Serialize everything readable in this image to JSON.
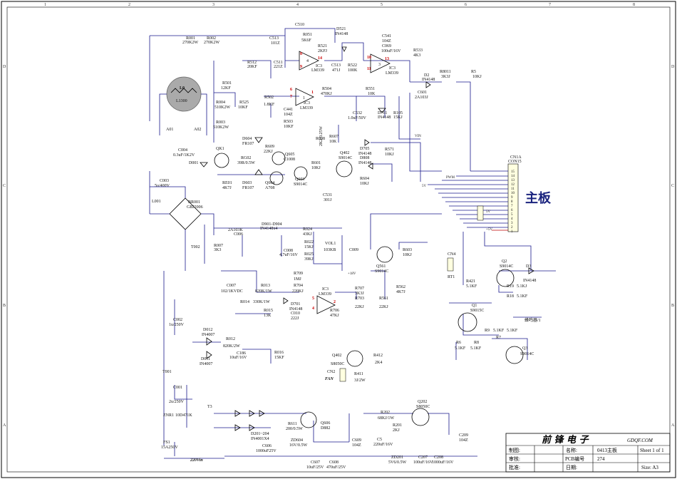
{
  "grid": {
    "cols": [
      "1",
      "2",
      "3",
      "4",
      "5",
      "6",
      "7",
      "8"
    ],
    "rows": [
      "D",
      "C",
      "B",
      "A"
    ]
  },
  "main_label": "主板",
  "fan_label": "FAN",
  "mains_label": "220Vin",
  "components": {
    "R001": "R001",
    "R001v": "270K2W",
    "R002": "R002",
    "R002v": "270K2W",
    "C513": "C513",
    "C513v": "101Z",
    "R051": "R051",
    "R051v": "5K6F",
    "C510": "C510",
    "D521": "D521",
    "D521v": "IN4148",
    "C541": "C541",
    "C541v": "104Z",
    "C069": "C069",
    "C069v": "100uF/16V",
    "R533": "R533",
    "R533v": "4K3",
    "R521": "R521",
    "R521v": "2KFJ",
    "R512": "R512",
    "R512v": "20KF",
    "C511": "C511",
    "C511v": "221Z",
    "IC3a": "IC3",
    "IC3av": "LM339",
    "C513b": "C513",
    "C513bv": "471J",
    "R522": "R522",
    "R522v": "100K",
    "IC3b": "IC3",
    "IC3bv": "LM339",
    "D2": "D2",
    "D2v": "IN4148",
    "R8011": "R8011",
    "R8011v": "3K3J",
    "R5": "R5",
    "R5v": "10KJ",
    "L0": "L0",
    "L0v": "L1300",
    "R501": "R501",
    "R501v": "12KF",
    "R504": "R504",
    "R504v": "470KJ",
    "R004": "R004",
    "R004v": "510K2W",
    "R525": "R525",
    "R525v": "10KF",
    "R502": "R502",
    "R502v": "1.8KF",
    "IC3c": "IC3",
    "IC3cv": "LM339",
    "R551": "R551",
    "R551v": "10K",
    "C601": "C601",
    "C601v": "2A103J",
    "C441": "C441",
    "C441v": "104Z",
    "C532": "C532",
    "C532v": "1.0uF/50V",
    "D761": "D761",
    "D761v": "IN4148",
    "R105": "R105",
    "R105v": "15KJ",
    "R003": "R003",
    "R003v": "510K2W",
    "R503": "R503",
    "R503v": "10KF",
    "A01": "A01",
    "A02": "A02",
    "C004": "C004",
    "C004v": "0.3uF/1K2V",
    "D604": "D604",
    "D604v": "FR107",
    "R609": "R609",
    "R609v": "22KJ",
    "R608": "R608",
    "R608v": "2K2/0.25W",
    "R607": "R607",
    "R607v": "10K",
    "D705": "D705",
    "D705v": "IN4148",
    "R571": "R571",
    "R571v": "10KJ",
    "QK1": "QK1",
    "D001": "D001",
    "RG02": "RG02",
    "RG02v": "39R/0.5W",
    "Q605": "Q605",
    "Q605v": "C1008",
    "R601": "R601",
    "R601v": "10KJ",
    "Q402": "Q402",
    "Q402v": "S9014C",
    "D808": "D808",
    "D808v": "IN4148",
    "R604": "R604",
    "R604v": "10KJ",
    "CN1A": "CN1A",
    "CN1Av": "CON15",
    "C003": "C003",
    "C003v": "5u/400V",
    "RE01": "RE01",
    "RE01v": "4K7J",
    "D603": "D603",
    "D603v": "FR107",
    "Q604": "Q604",
    "Q604v": "A708",
    "Q603": "Q603",
    "Q603v": "S9014C",
    "C531": "C531",
    "C531v": "301J",
    "L001": "L001",
    "BR001": "BR001",
    "BR001v": "GBJ2006",
    "R024": "R024",
    "R024v": "43KJ",
    "R022": "R022",
    "R022v": "15KJ",
    "R025": "R025",
    "R025v": "39KJ",
    "VOL1": "VOL1",
    "VOL1v": "103KB",
    "C006": "C006",
    "C006v": "2A103K",
    "D901": "D901-D904",
    "D901v": "IN4148x4",
    "C008": "C008",
    "C008v": "4.7uF/16V",
    "C009": "C009",
    "T002": "T002",
    "R007": "R007",
    "R007v": "3K3",
    "Q561": "Q561",
    "Q561v": "S9014C",
    "R603": "R603",
    "R603v": "10KJ",
    "C007": "C007",
    "C007v": "102/1KVDC",
    "R013": "R013",
    "R013v": "820K/1W",
    "R709": "R709",
    "R709v": "1MJ",
    "R704": "R704",
    "R704v": "220KJ",
    "IC3d": "IC3",
    "IC3dv": "LM339",
    "R707": "R707",
    "R707v": "3K3J",
    "R703": "R703",
    "R703v": "22KJ",
    "R561": "R561",
    "R561v": "22KJ",
    "R562": "R562",
    "R562v": "4K7J",
    "R014": "R014",
    "R014v": "330K/1W",
    "R015": "R015",
    "R015v": "13K",
    "D701": "D701",
    "D701v": "IN4148",
    "C010": "C010",
    "C010v": "222J",
    "R706": "R706",
    "R706v": "47KJ",
    "C002": "C002",
    "C002v": "1u/250V",
    "D012": "D012",
    "D012v": "IN4007",
    "R012": "R012",
    "R012v": "820K/2W",
    "D011": "D011",
    "D011v": "IN4007",
    "C186": "C186",
    "C186v": "10uF/16V",
    "R016": "R016",
    "R016v": "15KF",
    "Q402b": "Q402",
    "Q402bv": "S8050C",
    "R412": "R412",
    "R412v": "2K4",
    "R411": "R411",
    "R411v": "3J/2W",
    "CN2": "CN2",
    "T001": "T001",
    "C001": "C001",
    "C001v": "2u/250V",
    "ZNR1": "ZNR1",
    "ZNR1v": "10D471K",
    "FS1": "FS1",
    "FS1v": "15A250V",
    "T3": "T3",
    "D201": "D201~204",
    "D201v": "IN4001X4",
    "C606": "C606",
    "C606v": "1000uF25V",
    "R611": "R611",
    "R611v": "200/0.5W",
    "Q606": "Q606",
    "Q606v": "D882",
    "ZD604": "ZD604",
    "ZD604v": "16V/0.5W",
    "C607": "C607",
    "C607v": "10uF/25V",
    "C608": "C608",
    "C608v": "470uF/25V",
    "C609": "C609",
    "C609v": "104Z",
    "R202": "R202",
    "R202v": "68KJ/1W",
    "R201": "R201",
    "R201v": "2KJ",
    "Q202": "Q202",
    "Q202v": "S8050C",
    "C5": "C5",
    "C5v": "220uF/16V",
    "ZD201": "ZD201",
    "ZD201v": "5V6/0.5W",
    "C207": "C207",
    "C207v": "100uF/16V",
    "C208": "C208",
    "C208v": "1000uF/16V",
    "C209": "C209",
    "C209v": "104Z",
    "CN4": "CN4",
    "RT1": "RT1",
    "R421": "R421",
    "R421v": "5.1KF",
    "Q2": "Q2",
    "Q2v": "S9014C",
    "D3": "D3",
    "D3v": "IN4148",
    "R19": "R19",
    "R19v": "5.1KJ",
    "R18": "R18",
    "R18v": "5.1KF",
    "Q1": "Q1",
    "Q1v": "S9015C",
    "R9": "R9",
    "R9v": "5.1KF",
    "R7": "R7",
    "R7v": "5.1KF",
    "R8": "R8",
    "R8v": "5.1KF",
    "R6": "R6",
    "R6v": "5.1KF",
    "Q3": "Q3",
    "Q3v": "S9014C",
    "LED": "蜂鸣器/1"
  },
  "cn1a_pins": [
    "15",
    "14",
    "13",
    "12",
    "11",
    "10",
    "9",
    "8",
    "7",
    "6",
    "5",
    "4",
    "3",
    "2",
    "1"
  ],
  "nets": {
    "pwm": "PWM",
    "vin": "VIN",
    "5v": "5V",
    "18v": "+18V",
    "5vb": "+5V"
  },
  "title_block": {
    "brand": "前 锋 电 子",
    "site": "GDQF.COM",
    "zhiTu": "制图:",
    "mingCheng": "名称:",
    "name_value": "0413主板",
    "sheet": "Sheet 1 of 1",
    "shenHe": "审核:",
    "pcb": "PCB编号",
    "pcb_value": "274",
    "piZhun": "批准:",
    "riQi": "日期:",
    "size": "Size: A3"
  }
}
